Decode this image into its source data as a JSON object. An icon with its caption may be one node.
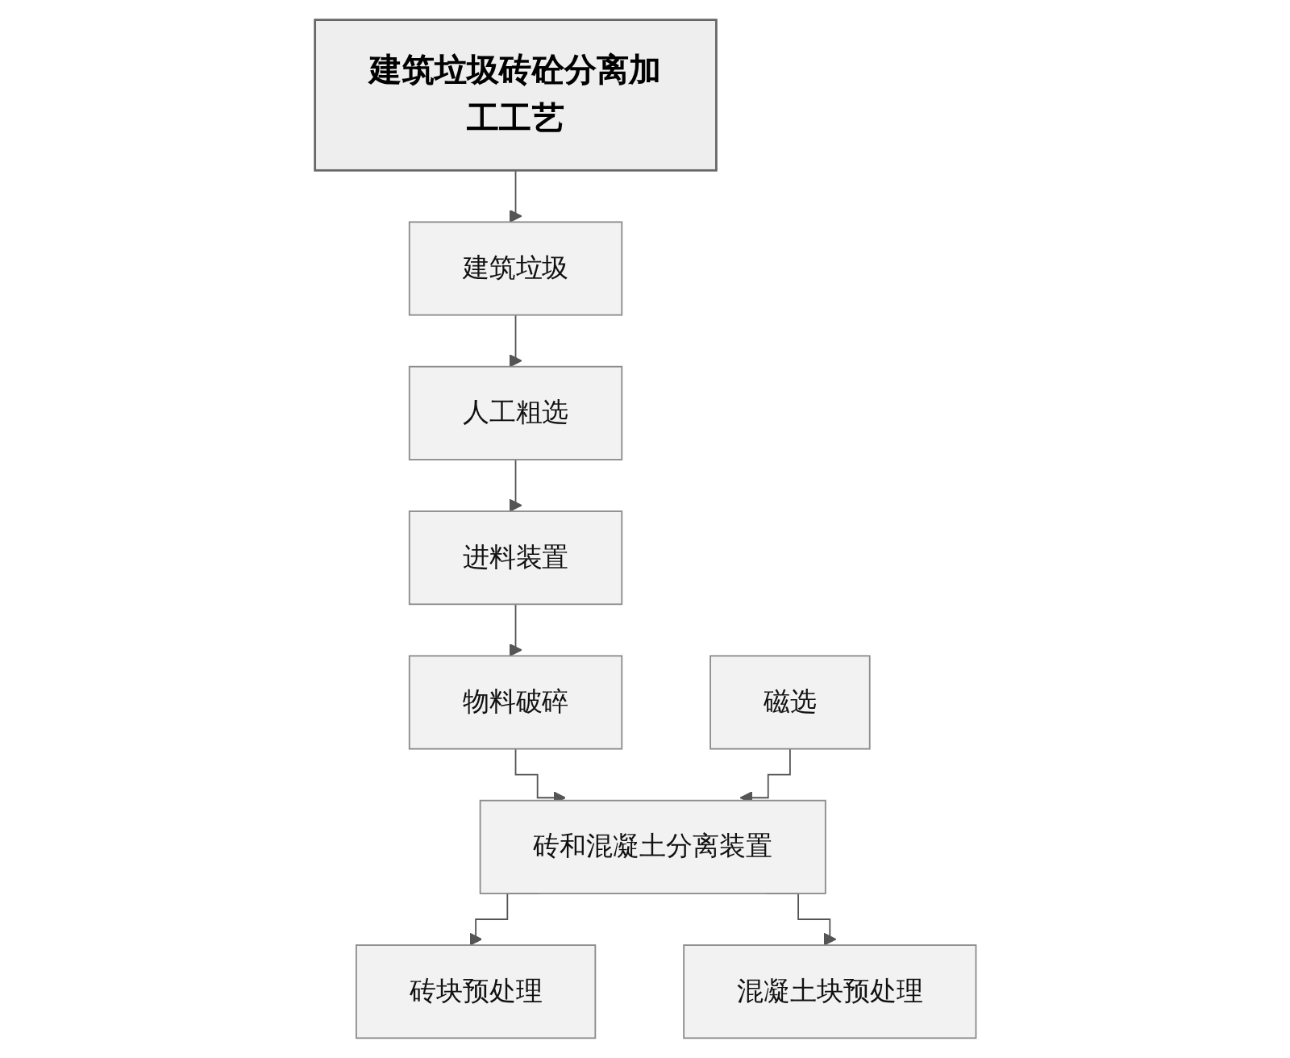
{
  "diagram": {
    "nodes": [
      {
        "text": [
          "建筑垃圾砖砼分离加工工艺"
        ]
      },
      {
        "text": [
          "建筑垃圾"
        ]
      },
      {
        "text": [
          "人工粗选"
        ]
      },
      {
        "text": [
          "进料装置"
        ]
      },
      {
        "text": [
          "物料破碎"
        ]
      },
      {
        "text": [
          "磁选"
        ]
      },
      {
        "text": [
          "砖和混凝土分离装置"
        ]
      },
      {
        "text": [
          "砖块预处理"
        ]
      },
      {
        "text": [
          "混凝土块预处理"
        ]
      }
    ],
    "edges": [
      {
        "from": 0,
        "to": 1,
        "arrow": "to"
      },
      {
        "from": 1,
        "to": 2,
        "arrow": "to"
      },
      {
        "from": 2,
        "to": 3,
        "arrow": "to"
      },
      {
        "from": 3,
        "to": 4,
        "arrow": "to"
      },
      {
        "from": 4,
        "to": 6,
        "arrow": "to"
      },
      {
        "from": 5,
        "to": 6,
        "arrow": "to"
      },
      {
        "from": 6,
        "to": 7,
        "arrow": "to"
      },
      {
        "from": 6,
        "to": 8,
        "arrow": "to"
      }
    ]
  }
}
